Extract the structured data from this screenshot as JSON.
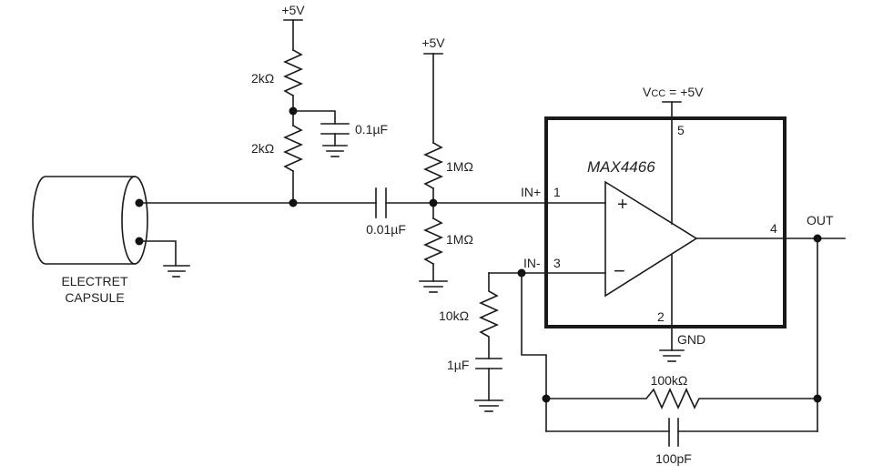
{
  "diagram": {
    "type": "schematic",
    "title": "Electret microphone preamplifier with MAX4466",
    "colors": {
      "ink": "#1a1a1a",
      "background": "#ffffff"
    },
    "microphone": {
      "label_line1": "ELECTRET",
      "label_line2": "CAPSULE"
    },
    "bias_network": {
      "supply": "+5V",
      "r_top": "2kΩ",
      "r_bottom": "2kΩ",
      "c_decouple": "0.1µF"
    },
    "coupling_cap": "0.01µF",
    "divider": {
      "supply": "+5V",
      "r_top": "1MΩ",
      "r_bottom": "1MΩ"
    },
    "opamp": {
      "part": "MAX4466",
      "vcc_label_main": "V",
      "vcc_label_sub": "CC",
      "vcc_label_rest": " = +5V",
      "gnd_label": "GND",
      "pins": {
        "in_plus": "1",
        "gnd": "2",
        "in_minus": "3",
        "out": "4",
        "vcc": "5"
      },
      "in_plus_label": "IN+",
      "in_minus_label": "IN-",
      "plus_sign": "+",
      "minus_sign": "−"
    },
    "gain_network": {
      "r": "10kΩ",
      "c": "1µF"
    },
    "feedback": {
      "r": "100kΩ",
      "c": "100pF"
    },
    "output_label": "OUT"
  }
}
